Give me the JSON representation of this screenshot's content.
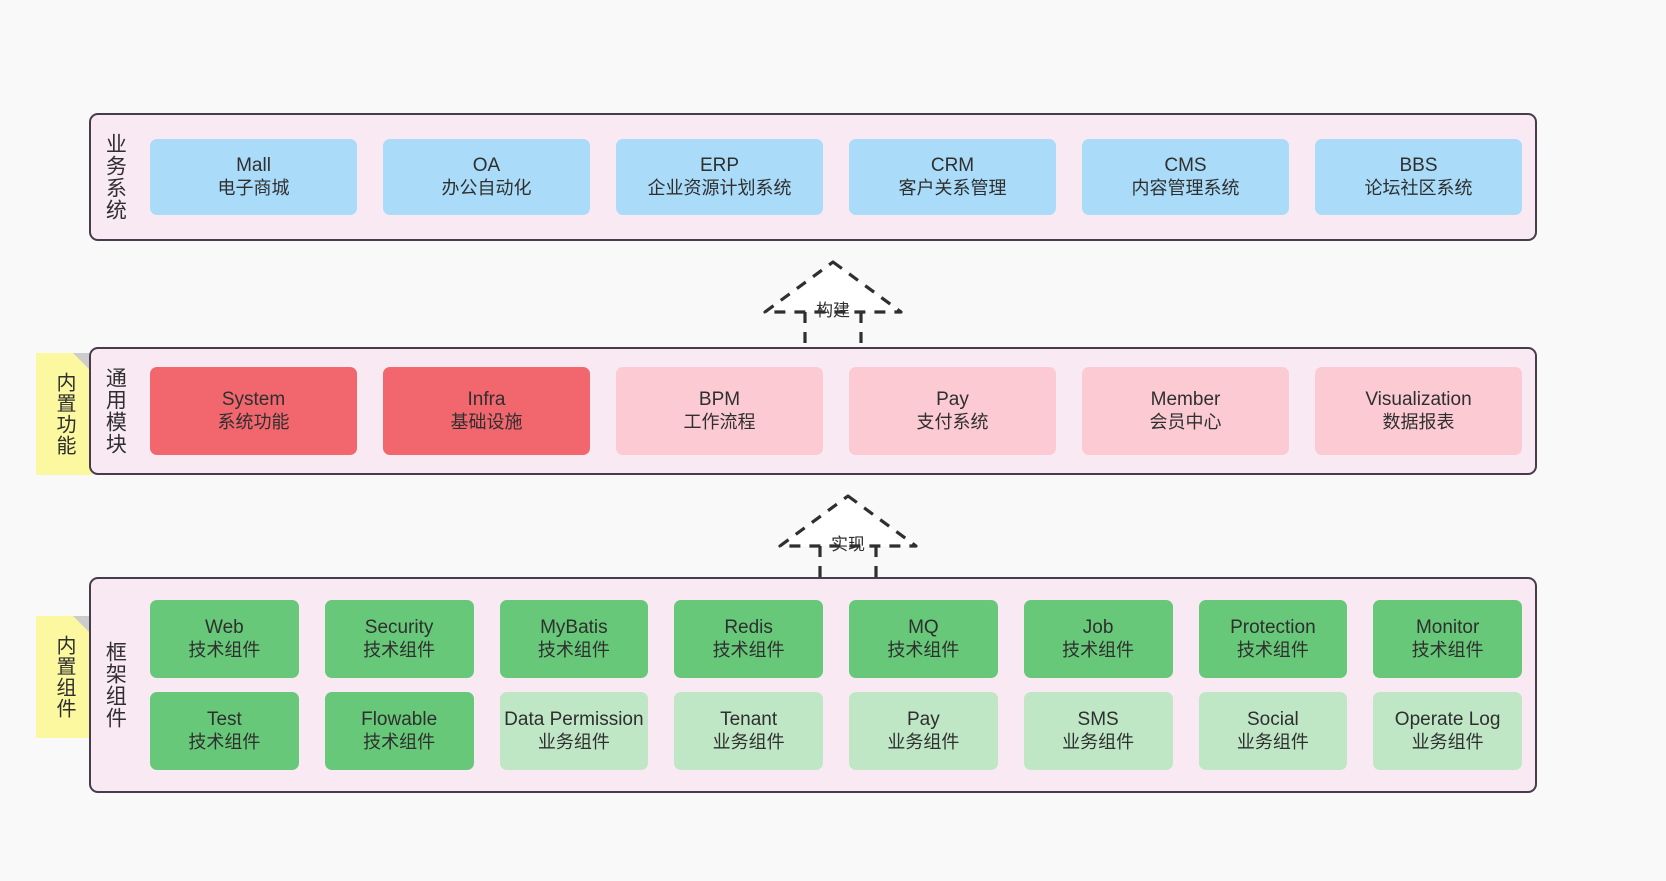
{
  "diagram": {
    "background": "#f9f9f9",
    "layer_fill": "#f9e9f3",
    "layer_border": "#463c4b",
    "colors": {
      "business": "#aadcfa",
      "module_core": "#f2666e",
      "module_optional": "#fbcad3",
      "framework_tech": "#66c878",
      "framework_biz": "#bfe7c6",
      "note": "#fbf8a0"
    }
  },
  "layers": {
    "business": {
      "title": "业务系统",
      "items": [
        {
          "name": "Mall",
          "desc": "电子商城"
        },
        {
          "name": "OA",
          "desc": "办公自动化"
        },
        {
          "name": "ERP",
          "desc": "企业资源计划系统"
        },
        {
          "name": "CRM",
          "desc": "客户关系管理"
        },
        {
          "name": "CMS",
          "desc": "内容管理系统"
        },
        {
          "name": "BBS",
          "desc": "论坛社区系统"
        }
      ]
    },
    "module": {
      "title": "通用模块",
      "note": "内置功能",
      "items": [
        {
          "name": "System",
          "desc": "系统功能"
        },
        {
          "name": "Infra",
          "desc": "基础设施"
        },
        {
          "name": "BPM",
          "desc": "工作流程"
        },
        {
          "name": "Pay",
          "desc": "支付系统"
        },
        {
          "name": "Member",
          "desc": "会员中心"
        },
        {
          "name": "Visualization",
          "desc": "数据报表"
        }
      ]
    },
    "framework": {
      "title": "框架组件",
      "note": "内置组件",
      "row1": [
        {
          "name": "Web",
          "desc": "技术组件"
        },
        {
          "name": "Security",
          "desc": "技术组件"
        },
        {
          "name": "MyBatis",
          "desc": "技术组件"
        },
        {
          "name": "Redis",
          "desc": "技术组件"
        },
        {
          "name": "MQ",
          "desc": "技术组件"
        },
        {
          "name": "Job",
          "desc": "技术组件"
        },
        {
          "name": "Protection",
          "desc": "技术组件"
        },
        {
          "name": "Monitor",
          "desc": "技术组件"
        }
      ],
      "row2": [
        {
          "name": "Test",
          "desc": "技术组件"
        },
        {
          "name": "Flowable",
          "desc": "技术组件"
        },
        {
          "name": "Data Permission",
          "desc": "业务组件"
        },
        {
          "name": "Tenant",
          "desc": "业务组件"
        },
        {
          "name": "Pay",
          "desc": "业务组件"
        },
        {
          "name": "SMS",
          "desc": "业务组件"
        },
        {
          "name": "Social",
          "desc": "业务组件"
        },
        {
          "name": "Operate Log",
          "desc": "业务组件"
        }
      ]
    }
  },
  "connectors": [
    {
      "label": "构建"
    },
    {
      "label": "实现"
    }
  ]
}
